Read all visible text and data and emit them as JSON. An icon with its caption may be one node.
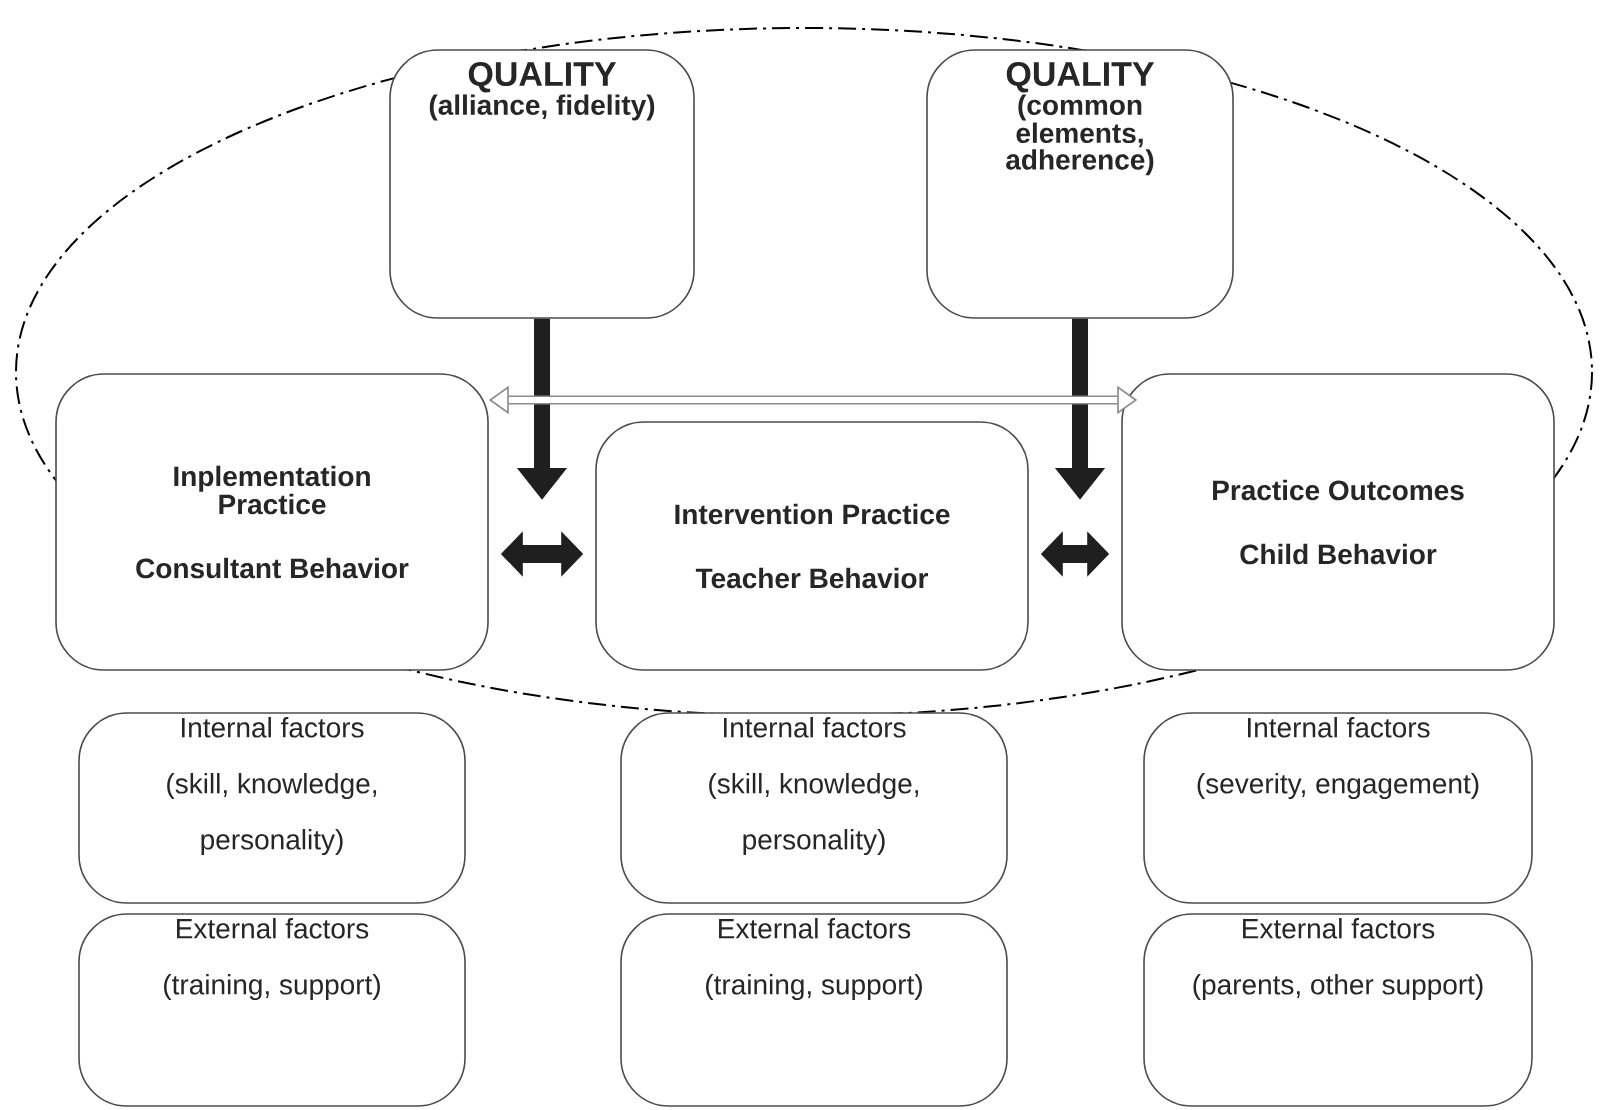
{
  "diagram": {
    "nodes": [
      {
        "text": [
          "QUALITY",
          "(alliance, fidelity)"
        ]
      },
      {
        "text": [
          "QUALITY",
          "(common elements, adherence)"
        ]
      },
      {
        "text": [
          "Inplementation Practice",
          "Consultant Behavior"
        ]
      },
      {
        "text": [
          "Intervention Practice",
          "Teacher Behavior"
        ]
      },
      {
        "text": [
          "Practice Outcomes",
          "Child Behavior"
        ]
      },
      {
        "text": [
          "Internal factors",
          "(skill, knowledge, personality)"
        ]
      },
      {
        "text": [
          "Internal factors",
          "(skill, knowledge, personality)"
        ]
      },
      {
        "text": [
          "Internal factors",
          "(severity, engagement)"
        ]
      },
      {
        "text": [
          "External factors",
          "(training, support)"
        ]
      },
      {
        "text": [
          "External factors",
          "(training, support)"
        ]
      },
      {
        "text": [
          "External factors",
          "(parents, other support)"
        ]
      }
    ],
    "edges": [
      {
        "from": 0,
        "to": null,
        "arrow": "to"
      },
      {
        "from": 1,
        "to": null,
        "arrow": "to"
      },
      {
        "from": 2,
        "to": 3,
        "arrow": "both"
      },
      {
        "from": 3,
        "to": 4,
        "arrow": "both"
      },
      {
        "from": 2,
        "to": 4,
        "arrow": "both",
        "color": "#8a8a8a"
      }
    ]
  }
}
